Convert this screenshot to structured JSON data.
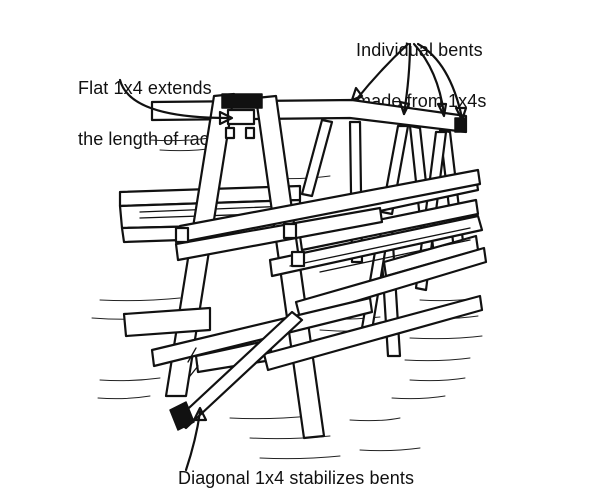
{
  "callouts": {
    "bents_line1": "Individual bents",
    "bents_line2": "made from 1x4s",
    "flat_line1": "Flat 1x4 extends",
    "flat_line2": "the length of rack",
    "diagonal": "Diagonal 1x4 stabilizes bents"
  }
}
